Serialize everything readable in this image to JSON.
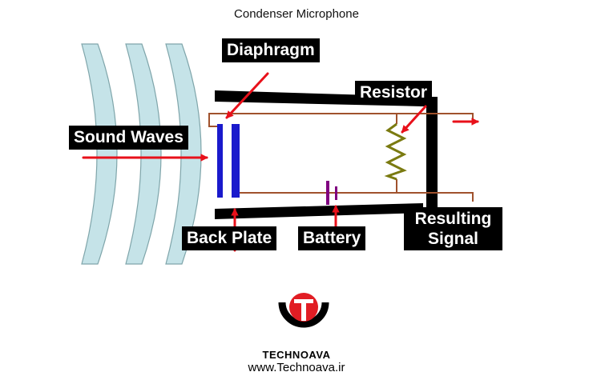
{
  "title": "Condenser Microphone",
  "labels": {
    "diaphragm": "Diaphragm",
    "resistor": "Resistor",
    "sound_waves": "Sound Waves",
    "back_plate": "Back Plate",
    "battery": "Battery",
    "resulting_signal_line1": "Resulting",
    "resulting_signal_line2": "Signal"
  },
  "brand": {
    "name": "TECHNOAVA",
    "url": "www.Technoava.ir",
    "logo_letter": "T"
  },
  "colors": {
    "arrow": "#e8101a",
    "wave_fill": "#c5e3e8",
    "wave_stroke": "#7fa5aa",
    "plate": "#1a1acc",
    "wire": "#a0522d",
    "resistor": "#7a7a10",
    "battery": "#800080",
    "logo_red": "#e11d24",
    "logo_black": "#000000"
  }
}
